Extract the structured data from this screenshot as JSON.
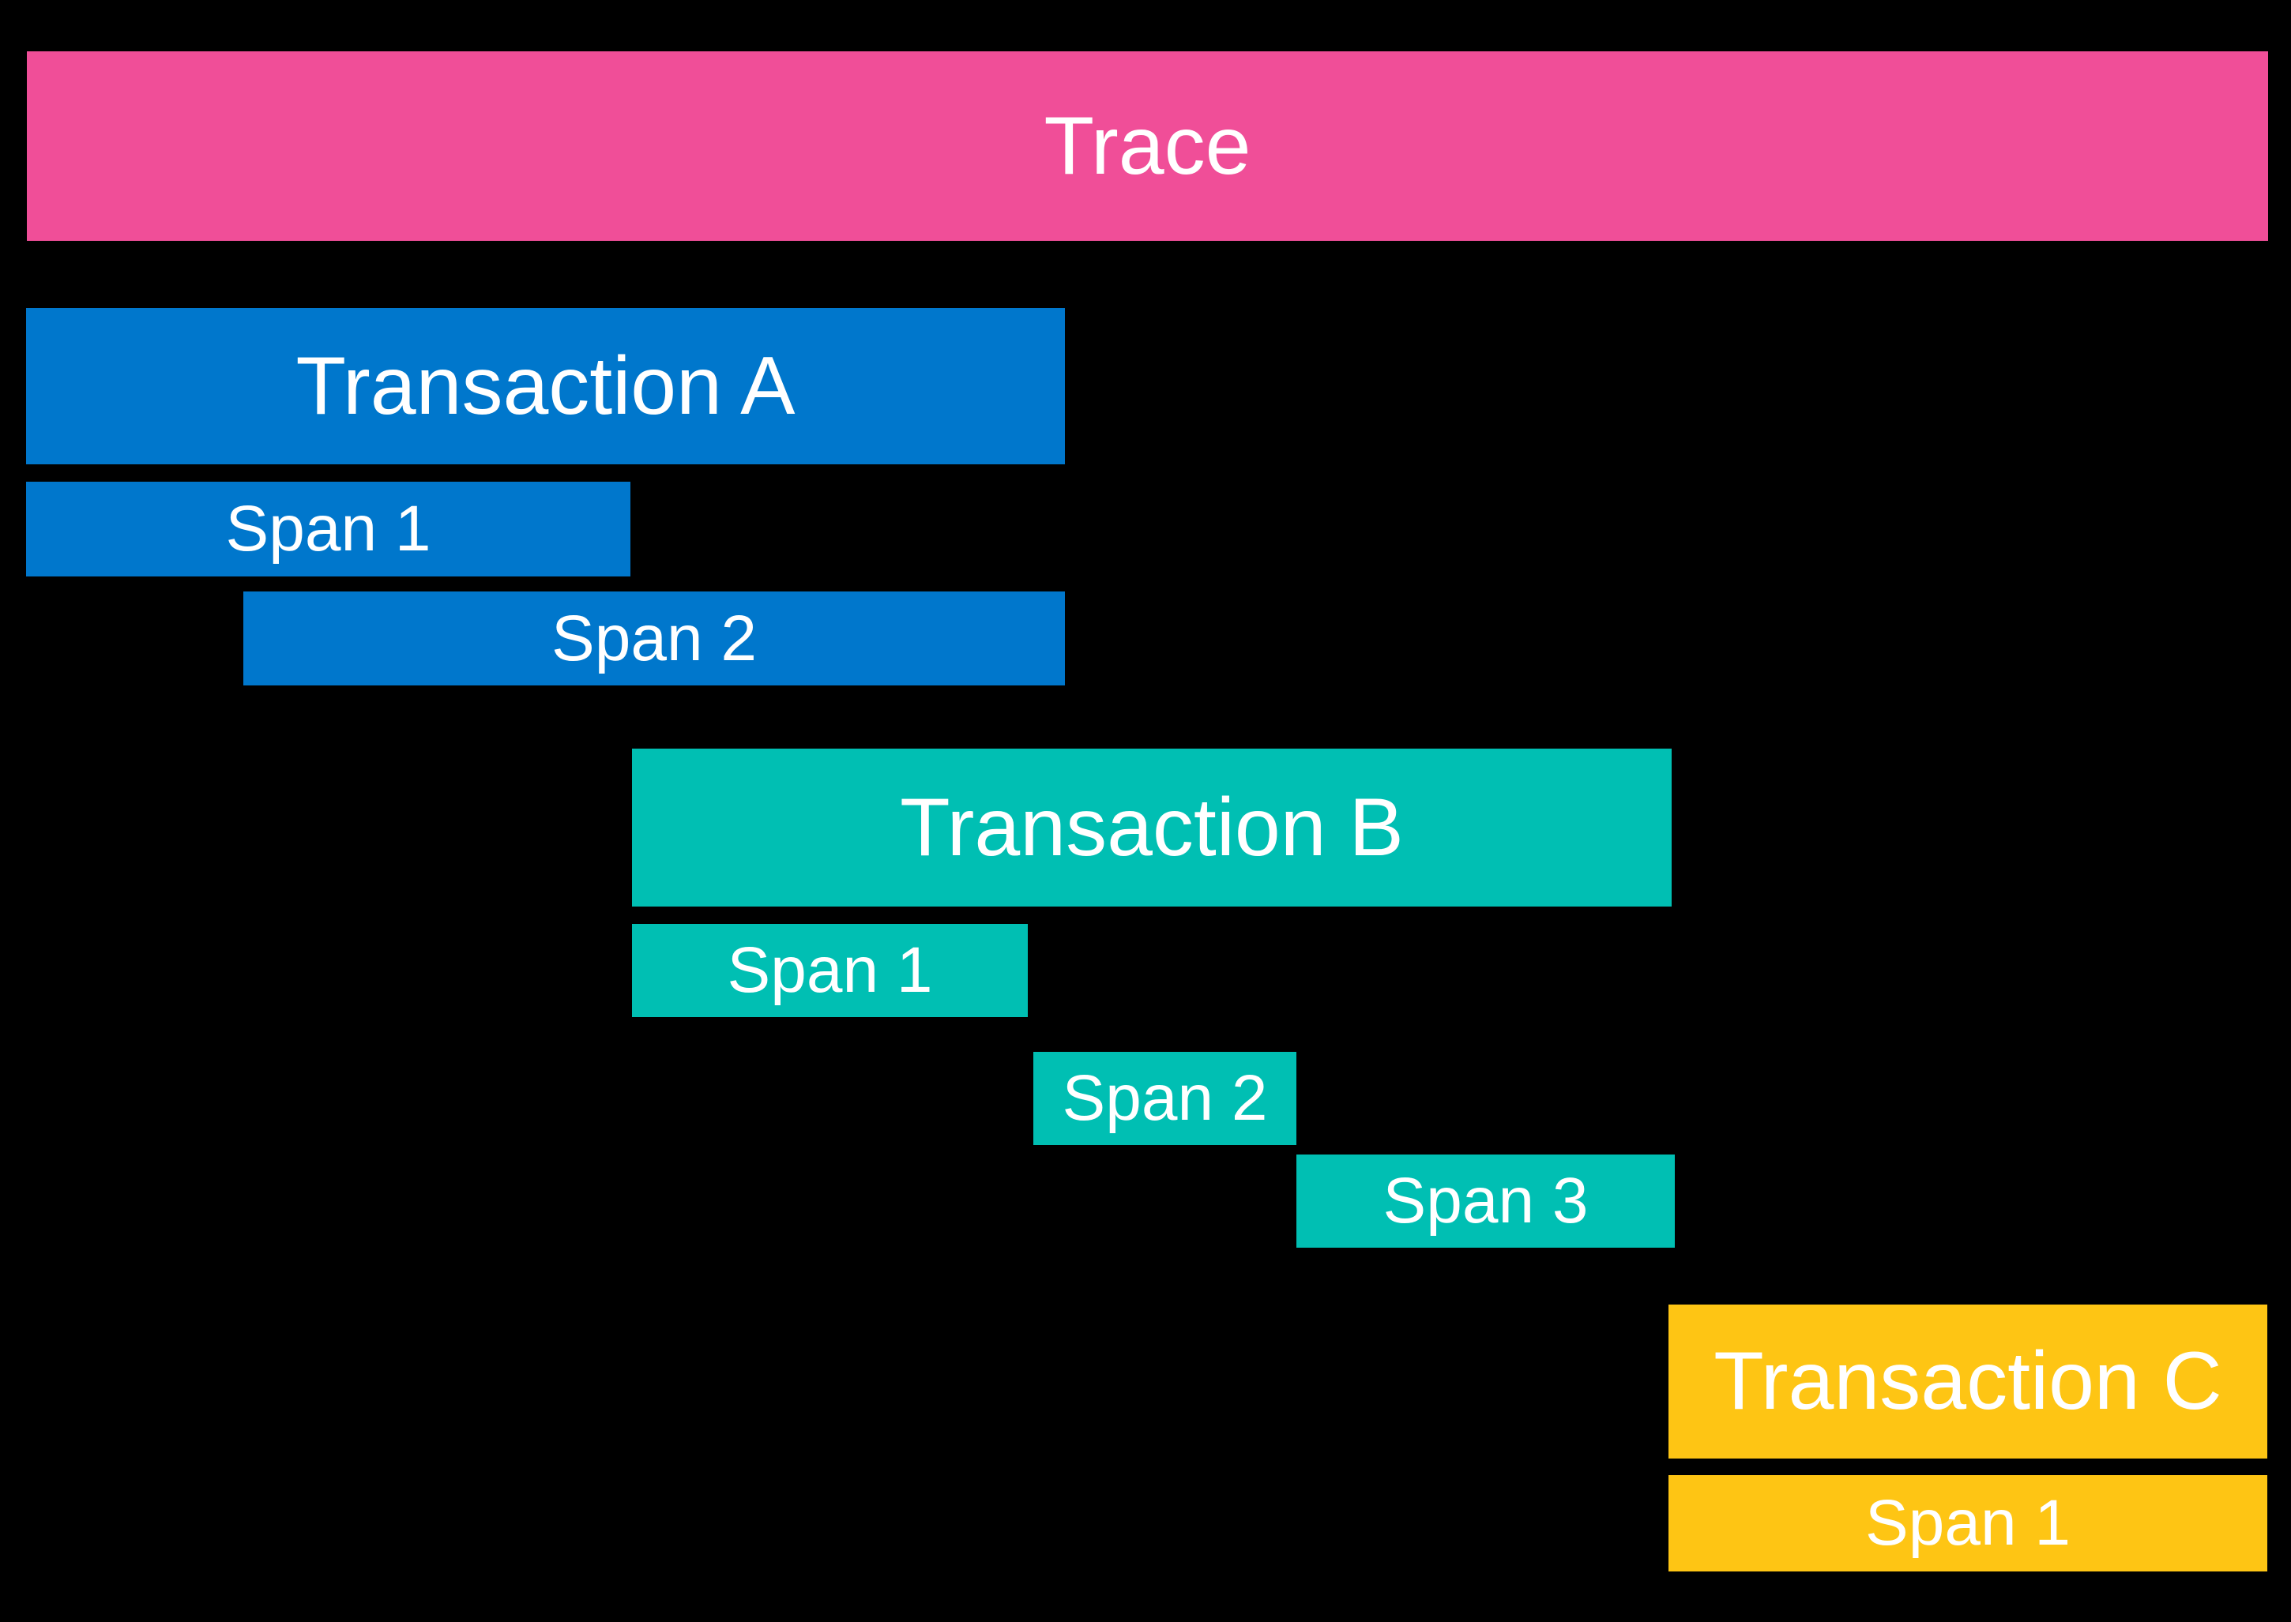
{
  "colors": {
    "background": "#000000",
    "trace": "#F04E98",
    "transaction_a": "#0077CC",
    "transaction_b": "#00BFB3",
    "transaction_c": "#FEC514",
    "text": "#FFFFFF"
  },
  "trace": {
    "label": "Trace"
  },
  "transactions": [
    {
      "label": "Transaction A",
      "spans": [
        {
          "label": "Span 1"
        },
        {
          "label": "Span 2"
        }
      ]
    },
    {
      "label": "Transaction B",
      "spans": [
        {
          "label": "Span 1"
        },
        {
          "label": "Span 2"
        },
        {
          "label": "Span 3"
        }
      ]
    },
    {
      "label": "Transaction C",
      "spans": [
        {
          "label": "Span 1"
        }
      ]
    }
  ]
}
